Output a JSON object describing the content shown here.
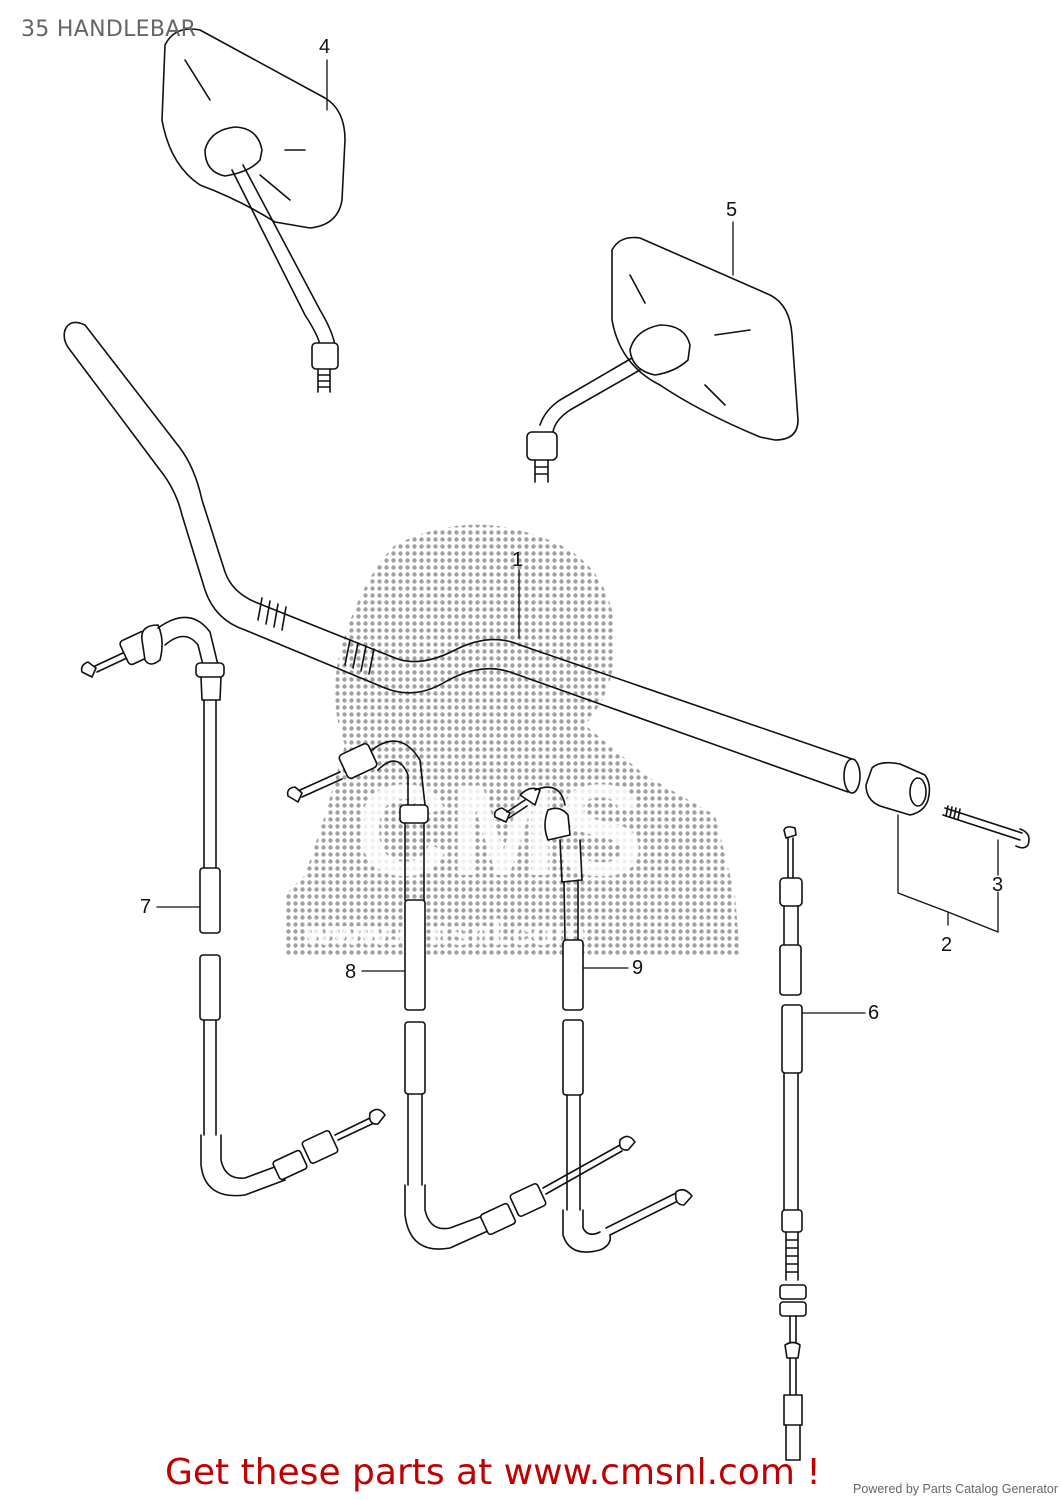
{
  "page": {
    "title": "35 HANDLEBAR"
  },
  "callouts": [
    {
      "id": "1",
      "label": "1",
      "part": "handlebar"
    },
    {
      "id": "2",
      "label": "2",
      "part": "balancer"
    },
    {
      "id": "3",
      "label": "3",
      "part": "screw"
    },
    {
      "id": "4",
      "label": "4",
      "part": "mirror-left"
    },
    {
      "id": "5",
      "label": "5",
      "part": "mirror-right"
    },
    {
      "id": "6",
      "label": "6",
      "part": "clutch-cable"
    },
    {
      "id": "7",
      "label": "7",
      "part": "throttle-cable-1"
    },
    {
      "id": "8",
      "label": "8",
      "part": "throttle-cable-2"
    },
    {
      "id": "9",
      "label": "9",
      "part": "choke-cable"
    }
  ],
  "watermark": {
    "text": "CMS",
    "subtext": "www.cmsnl.com"
  },
  "footer": {
    "cta": "Get these parts at www.cmsnl.com !",
    "credit": "Powered by Parts Catalog Generator"
  },
  "colors": {
    "cta": "#c00000",
    "title": "#666666",
    "line": "#111111"
  }
}
